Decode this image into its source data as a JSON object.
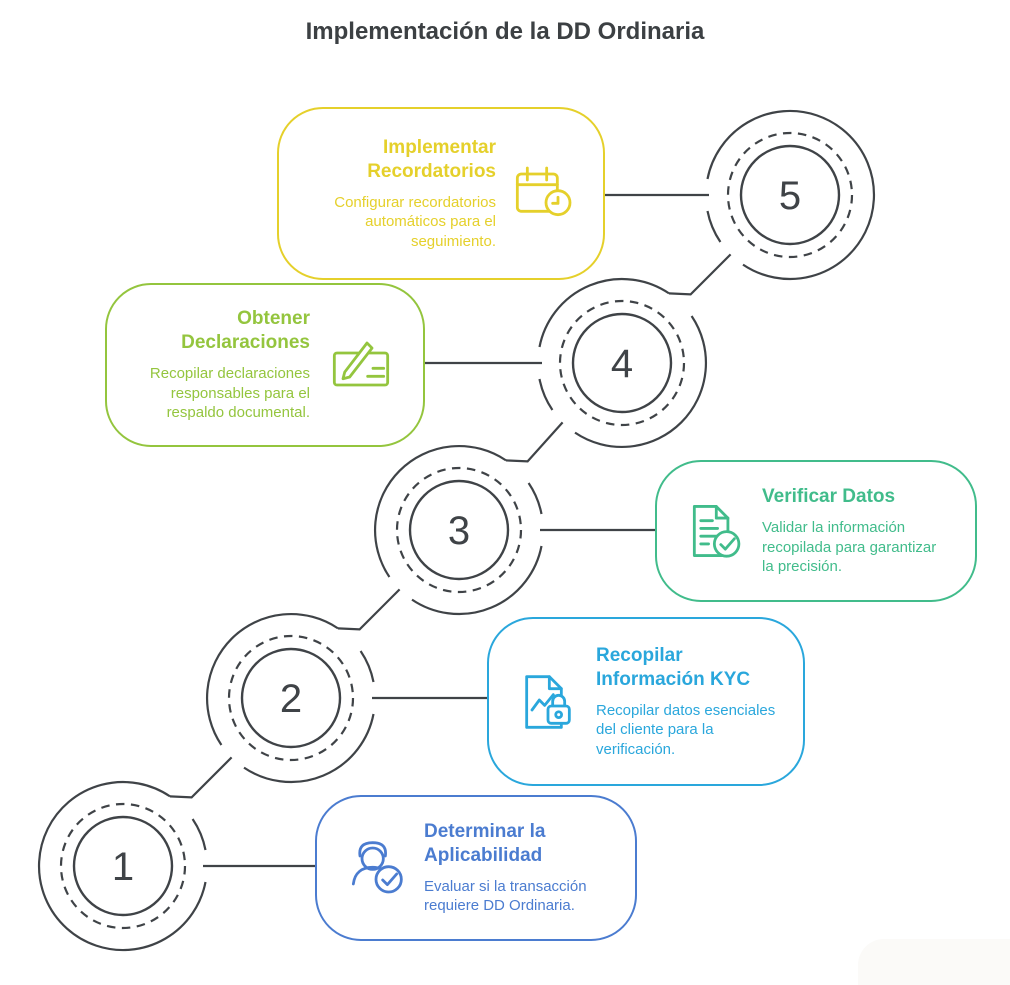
{
  "header": {
    "title": "Implementación de la DD Ordinaria"
  },
  "diagram": {
    "line_color": "#3f4347",
    "number_color": "#3f4347",
    "title_color": "#3c4043"
  },
  "steps": [
    {
      "number": "1",
      "title": "Determinar la Aplicabilidad",
      "description": "Evaluar si la transacción requiere DD Ordinaria.",
      "color": "#4b7cd0",
      "icon": "person-check-icon",
      "side": "right"
    },
    {
      "number": "2",
      "title": "Recopilar Información KYC",
      "description": "Recopilar datos esenciales del cliente para la verificación.",
      "color": "#2aa7dc",
      "icon": "document-chart-lock-icon",
      "side": "right"
    },
    {
      "number": "3",
      "title": "Verificar Datos",
      "description": "Validar la información recopilada para garantizar la precisión.",
      "color": "#41bc8b",
      "icon": "document-check-icon",
      "side": "right"
    },
    {
      "number": "4",
      "title": "Obtener Declaraciones",
      "description": "Recopilar declaraciones responsables para el respaldo documental.",
      "color": "#94c53e",
      "icon": "document-signature-icon",
      "side": "left"
    },
    {
      "number": "5",
      "title": "Implementar Recordatorios",
      "description": "Configurar recordatorios automáticos para el seguimiento.",
      "color": "#e5d02b",
      "icon": "calendar-clock-icon",
      "side": "left"
    }
  ]
}
